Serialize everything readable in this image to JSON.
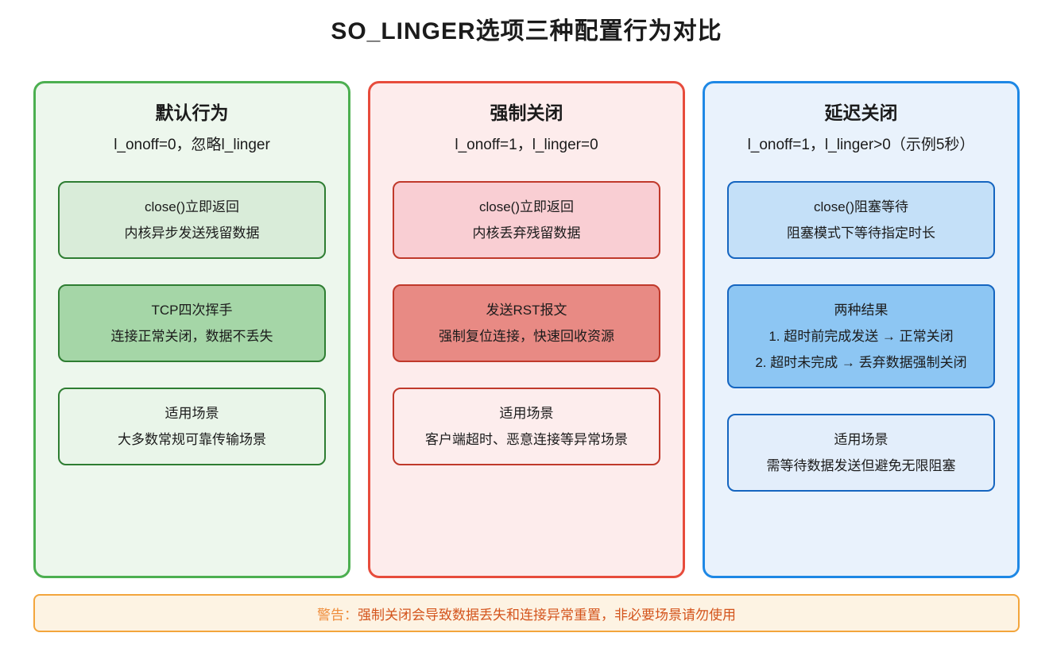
{
  "title": "SO_LINGER选项三种配置行为对比",
  "columns": [
    {
      "name": "default-behavior",
      "header": "默认行为",
      "subtitle": "l_onoff=0，忽略l_linger",
      "accent_color": "#4caf50",
      "boxes": [
        {
          "lines": [
            "close()立即返回",
            "内核异步发送残留数据"
          ]
        },
        {
          "lines": [
            "TCP四次挥手",
            "连接正常关闭，数据不丢失"
          ]
        },
        {
          "lines": [
            "适用场景",
            "大多数常规可靠传输场景"
          ]
        }
      ]
    },
    {
      "name": "force-close",
      "header": "强制关闭",
      "subtitle": "l_onoff=1，l_linger=0",
      "accent_color": "#e74c3c",
      "boxes": [
        {
          "lines": [
            "close()立即返回",
            "内核丢弃残留数据"
          ]
        },
        {
          "lines": [
            "发送RST报文",
            "强制复位连接，快速回收资源"
          ]
        },
        {
          "lines": [
            "适用场景",
            "客户端超时、恶意连接等异常场景"
          ]
        }
      ]
    },
    {
      "name": "delayed-close",
      "header": "延迟关闭",
      "subtitle": "l_onoff=1，l_linger>0（示例5秒）",
      "accent_color": "#1e88e5",
      "boxes": [
        {
          "lines": [
            "close()阻塞等待",
            "阻塞模式下等待指定时长"
          ]
        },
        {
          "lines": [
            "两种结果",
            "1. 超时前完成发送 → 正常关闭",
            "2. 超时未完成 → 丢弃数据强制关闭"
          ]
        },
        {
          "lines": [
            "适用场景",
            "需等待数据发送但避免无限阻塞"
          ]
        }
      ]
    }
  ],
  "warning": {
    "label": "警告：",
    "text": "强制关闭会导致数据丢失和连接异常重置，非必要场景请勿使用",
    "border_color": "#f3a53c",
    "background_color": "#fdf3e3",
    "label_color": "#ef8c3a",
    "text_color": "#d4541c"
  }
}
